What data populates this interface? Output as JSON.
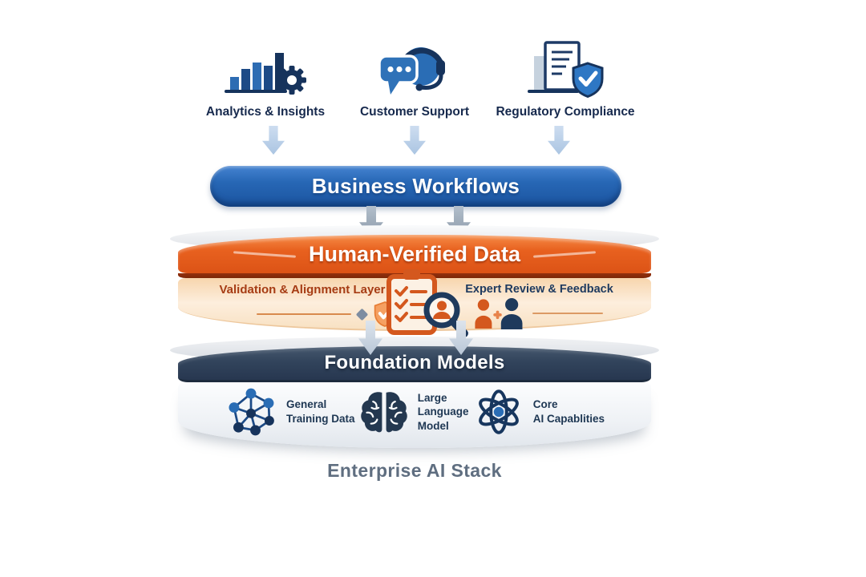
{
  "diagram": {
    "caption": "Enterprise AI Stack",
    "sources": [
      {
        "label": "Analytics & Insights",
        "icon": "analytics-icon"
      },
      {
        "label": "Customer Support",
        "icon": "customer-support-icon"
      },
      {
        "label": "Regulatory Compliance",
        "icon": "regulatory-compliance-icon"
      }
    ],
    "business_workflows": {
      "title": "Business Workflows"
    },
    "human_verified_data": {
      "title": "Human-Verified Data",
      "left_label": "Validation & Alignment Layer",
      "right_label": "Expert Review & Feedback"
    },
    "foundation_models": {
      "title": "Foundation Models",
      "items": [
        {
          "icon": "network-icon",
          "lines": [
            "General",
            "Training Data",
            ""
          ]
        },
        {
          "icon": "brain-icon",
          "lines": [
            "Large",
            "Language",
            "Model"
          ]
        },
        {
          "icon": "atom-icon",
          "lines": [
            "Core",
            "AI Capablities",
            ""
          ]
        }
      ]
    },
    "colors": {
      "workflow_blue": "#2767b5",
      "data_orange": "#e8611f",
      "models_navy": "#32445c",
      "validation_text": "#a63c14",
      "review_text": "#1e3a5f",
      "caption_gray": "#5f6e80"
    }
  }
}
